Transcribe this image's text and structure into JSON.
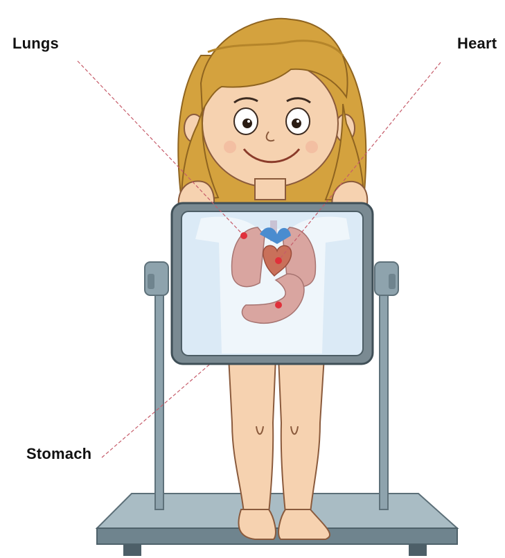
{
  "labels": {
    "lungs": "Lungs",
    "heart": "Heart",
    "stomach": "Stomach"
  },
  "colors": {
    "hair": "#d4a23e",
    "hair_shadow": "#b5852a",
    "skin": "#f6d2b0",
    "skin_shadow": "#e8b793",
    "frame": "#7a8a92",
    "screen": "#dbeaf6",
    "stand": "#8ea3ad",
    "base_top": "#a9bcc4",
    "base_side": "#6f848e",
    "organ": "#d9a5a0",
    "marker": "#e0303a",
    "pointer_line": "#c65c6a"
  },
  "icons": {
    "figure": "girl-xray-icon",
    "organs": [
      "lungs-icon",
      "heart-icon",
      "stomach-icon"
    ]
  }
}
